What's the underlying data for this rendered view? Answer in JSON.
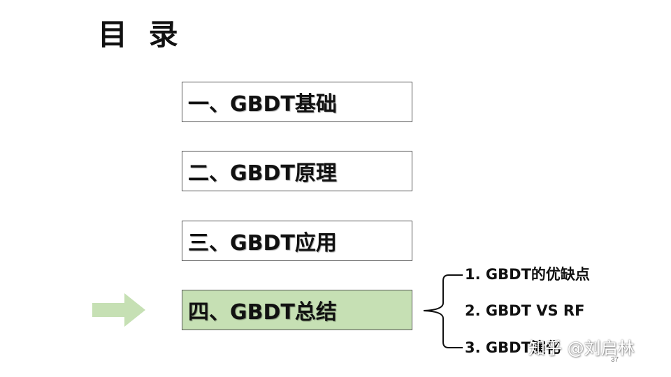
{
  "slide": {
    "title": "目 录",
    "sections": [
      {
        "label": "一、GBDT基础",
        "active": false
      },
      {
        "label": "二、GBDT原理",
        "active": false
      },
      {
        "label": "三、GBDT应用",
        "active": false
      },
      {
        "label": "四、GBDT总结",
        "active": true
      }
    ],
    "subsections": [
      "1. GBDT的优缺点",
      "2. GBDT VS RF",
      "3. GBDT演化"
    ],
    "watermark": "知乎 @刘启林",
    "page_number": "37"
  },
  "colors": {
    "active_fill": "#c6e0b4",
    "arrow": "#c6e0b4",
    "border": "#555555",
    "text": "#111111"
  }
}
